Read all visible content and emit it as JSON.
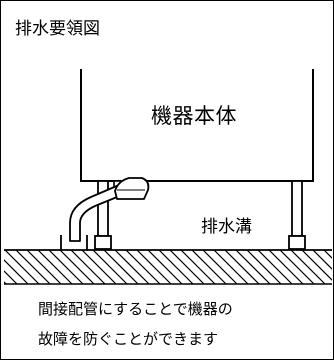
{
  "diagram": {
    "title": "排水要領図",
    "unit_label": "機器本体",
    "ditch_label": "排水溝",
    "caption_lines": [
      "間接配管にすることで機器の",
      "故障を防ぐことができます"
    ]
  }
}
